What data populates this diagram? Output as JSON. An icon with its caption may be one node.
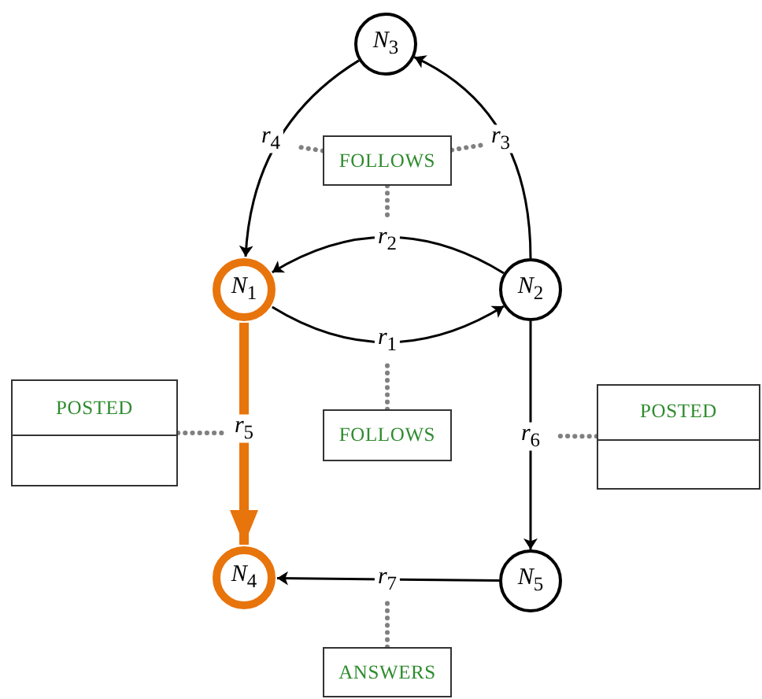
{
  "diagram": {
    "nodes": [
      {
        "text": [
          "*N*$_{3}$"
        ]
      },
      {
        "text": [
          "FOLLOWS"
        ]
      },
      {
        "text": [
          "*N*$_{1}$"
        ]
      },
      {
        "text": [
          "*N*$_{2}$"
        ]
      },
      {
        "text": [
          "POSTED"
        ]
      },
      {
        "text": [
          "FOLLOWS"
        ]
      },
      {
        "text": [
          "POSTED"
        ]
      },
      {
        "text": [
          "*N*$_{4}$"
        ]
      },
      {
        "text": [
          "*N*$_{5}$"
        ]
      },
      {
        "text": [
          "ANSWERS"
        ]
      }
    ],
    "edges": [
      {
        "from": 0,
        "to": 2,
        "arrow": "to",
        "label": "*r*$_{4}$",
        "color": "#000000"
      },
      {
        "from": 3,
        "to": 0,
        "arrow": "to",
        "label": "*r*$_{3}$",
        "color": "#000000"
      },
      {
        "from": 3,
        "to": 2,
        "arrow": "to",
        "label": "*r*$_{2}$",
        "color": "#000000"
      },
      {
        "from": 2,
        "to": 3,
        "arrow": "to",
        "label": "*r*$_{1}$",
        "color": "#000000"
      },
      {
        "from": 2,
        "to": 7,
        "arrow": "to",
        "label": "*r*$_{5}$",
        "style": "thick",
        "color": "#e8740c"
      },
      {
        "from": 3,
        "to": 8,
        "arrow": "to",
        "label": "*r*$_{6}$",
        "color": "#000000"
      },
      {
        "from": 8,
        "to": 7,
        "arrow": "to",
        "label": "*r*$_{7}$",
        "color": "#000000"
      },
      {
        "from": 1,
        "to": null,
        "arrow": "none",
        "style": "dashed",
        "color": "#808080"
      },
      {
        "from": 1,
        "to": null,
        "arrow": "none",
        "style": "dashed",
        "color": "#808080"
      },
      {
        "from": 1,
        "to": null,
        "arrow": "none",
        "style": "dashed",
        "color": "#808080"
      },
      {
        "from": 5,
        "to": null,
        "arrow": "none",
        "style": "dashed",
        "color": "#808080"
      },
      {
        "from": 4,
        "to": null,
        "arrow": "none",
        "style": "dashed",
        "color": "#808080"
      },
      {
        "from": 6,
        "to": null,
        "arrow": "none",
        "style": "dashed",
        "color": "#808080"
      },
      {
        "from": 9,
        "to": null,
        "arrow": "none",
        "style": "dashed",
        "color": "#808080"
      }
    ]
  }
}
